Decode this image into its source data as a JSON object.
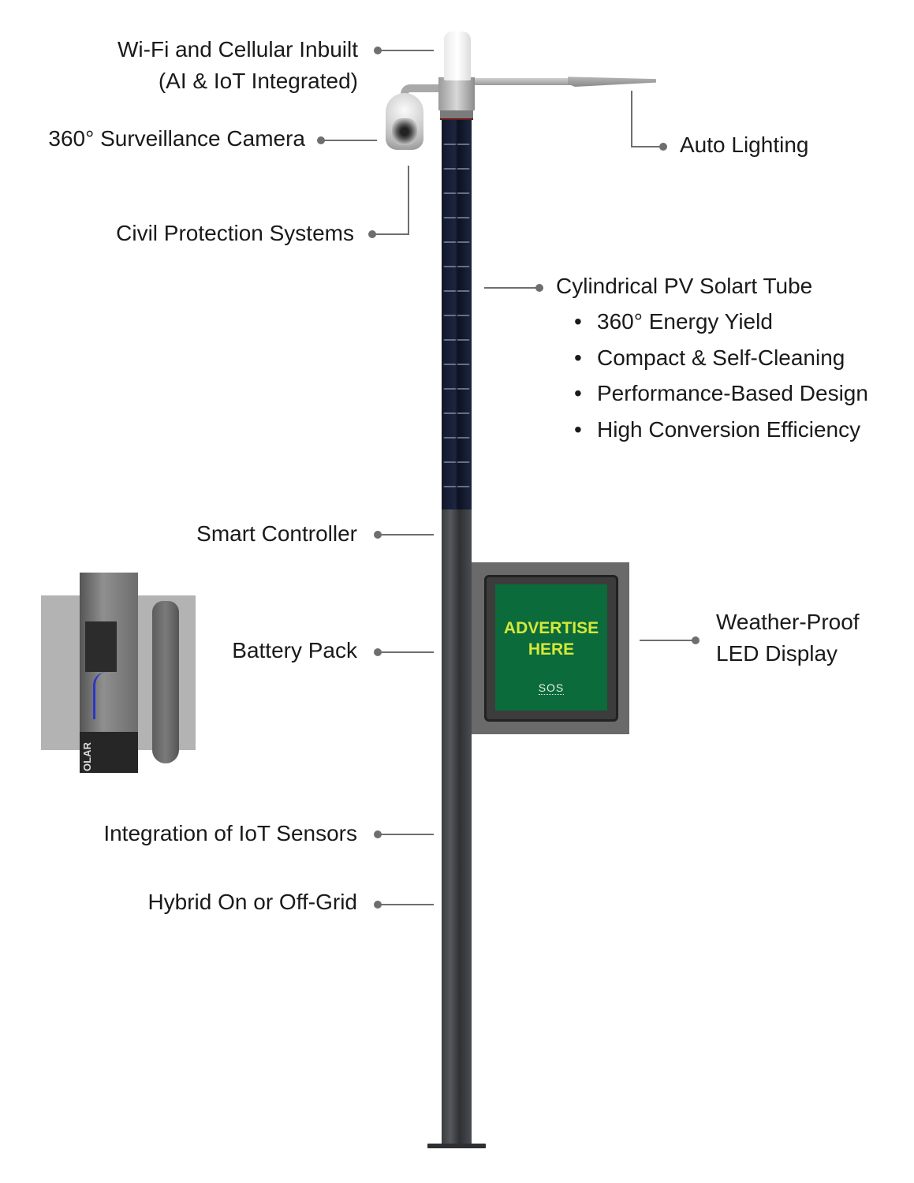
{
  "diagram": {
    "subject": "Smart solar street pole",
    "callouts": {
      "wifi": {
        "line1": "Wi-Fi and Cellular Inbuilt",
        "line2": "(AI & IoT Integrated)"
      },
      "camera": "360° Surveillance Camera",
      "civil": "Civil Protection Systems",
      "lighting": "Auto Lighting",
      "pv": {
        "title": "Cylindrical PV Solart Tube",
        "bullets": [
          "360° Energy Yield",
          "Compact & Self-Cleaning",
          "Performance-Based Design",
          "High Conversion Efficiency"
        ]
      },
      "controller": "Smart Controller",
      "battery": "Battery Pack",
      "display": {
        "line1": "Weather-Proof",
        "line2": "LED Display"
      },
      "iot": "Integration of IoT Sensors",
      "grid": "Hybrid On or Off-Grid"
    },
    "display_screen": {
      "line1": "ADVERTISE",
      "line2": "HERE",
      "logo": "SOS"
    },
    "battery_inset": {
      "base_text": "OLAR"
    },
    "bullet_glyph": "•",
    "colors": {
      "leader": "#6e6e6e",
      "screen": "#0b6b3a",
      "ad_text": "#d6e83a",
      "text": "#1a1a1a"
    }
  }
}
